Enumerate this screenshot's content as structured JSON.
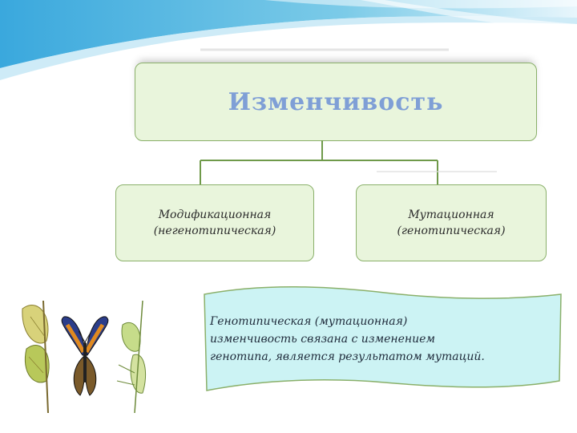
{
  "diagram": {
    "root_label": "Изменчивость",
    "children": [
      {
        "lines": [
          "Модификационная",
          "(негенотипическая)"
        ]
      },
      {
        "lines": [
          "Мутационная",
          "(генотипическая)"
        ]
      }
    ]
  },
  "note": {
    "lines": [
      "Генотипическая (мутационная)",
      "изменчивость связана с изменением",
      "генотипа, является результатом мутаций."
    ]
  },
  "colors": {
    "box_fill": "#e9f5dc",
    "box_border": "#8ab06a",
    "title_color": "#7f9fd6",
    "scroll_fill": "#ccf3f4",
    "wave_color": "#5fb3e0"
  },
  "illustration": {
    "icons": [
      "leaf-icon",
      "butterfly-icon",
      "leaf-insect-icon"
    ]
  }
}
